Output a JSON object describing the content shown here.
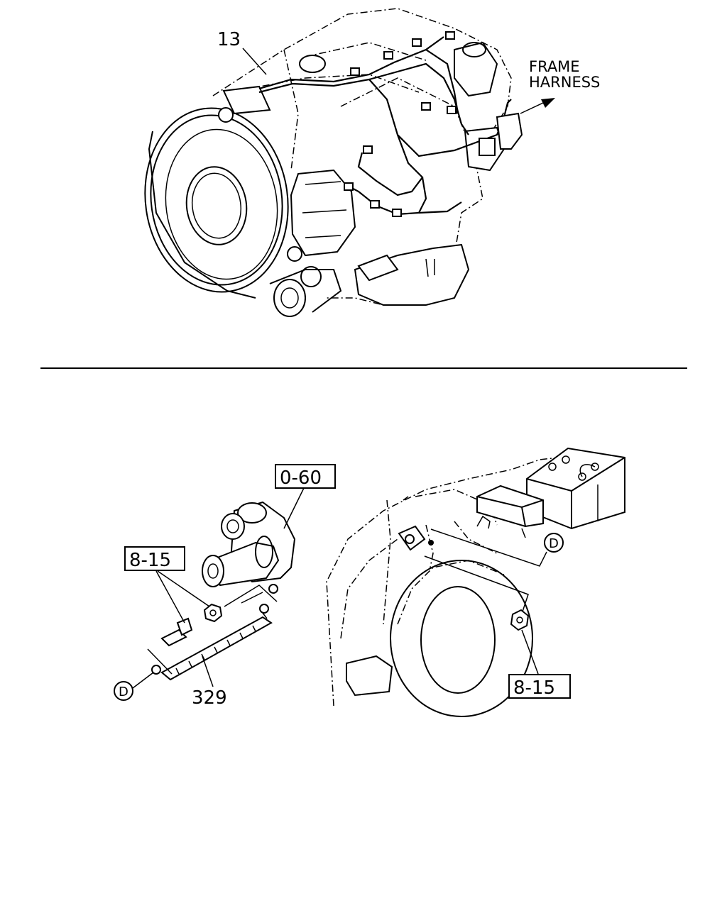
{
  "labels": {
    "harness_part": "13",
    "frame_harness_line1": "FRAME",
    "frame_harness_line2": "HARNESS",
    "ref_starter": "0-60",
    "ref_bolt_left": "8-15",
    "ref_nut_right": "8-15",
    "cable_part": "329",
    "connector_d_left": "D",
    "connector_d_right": "D"
  }
}
